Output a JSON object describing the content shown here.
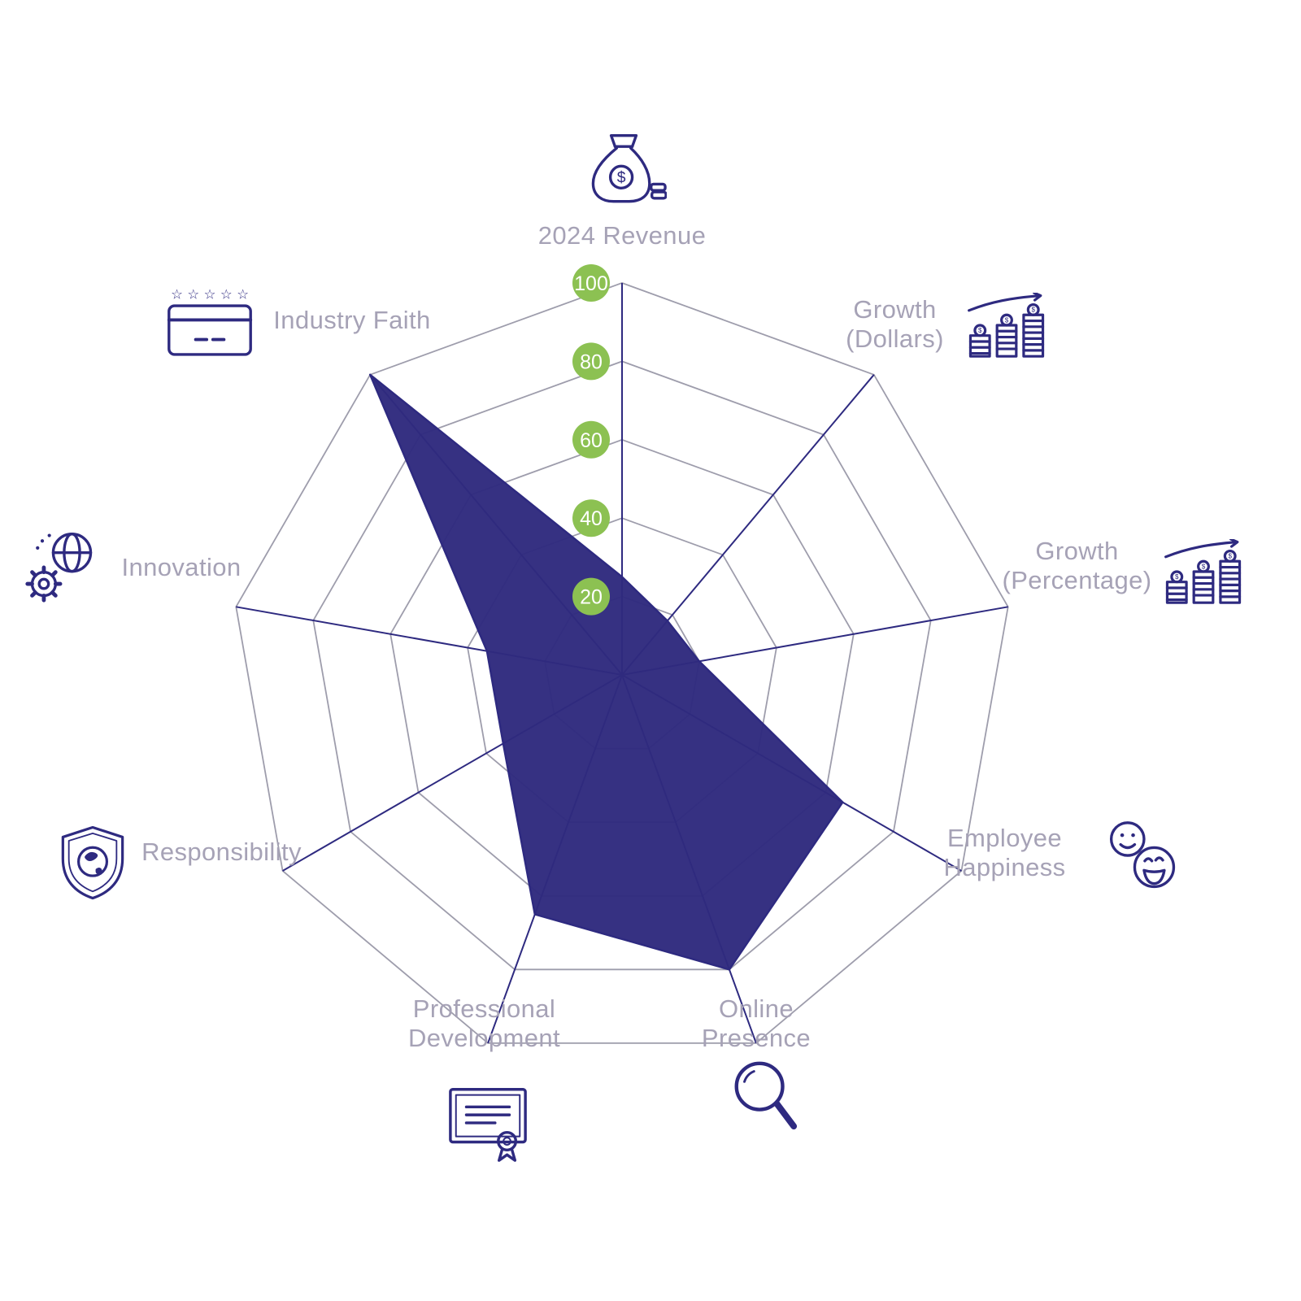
{
  "colors": {
    "navy": "#2e2a80",
    "fill": "#2f2a7e",
    "grid": "#9e9dac",
    "label": "#a6a2b6",
    "tick_bubble": "#8cc152",
    "tick_text": "#ffffff",
    "background": "#ffffff"
  },
  "chart_data": {
    "type": "radar",
    "max": 100,
    "ring_ticks": [
      20,
      40,
      60,
      80,
      100
    ],
    "axes": [
      {
        "label": "2024 Revenue",
        "icon": "money-bag-icon",
        "value": 25
      },
      {
        "label": "Growth (Dollars)",
        "icon": "coin-stacks-growth-icon",
        "value": 18
      },
      {
        "label": "Growth (Percentage)",
        "icon": "coin-stacks-growth-icon",
        "value": 20
      },
      {
        "label": "Employee Happiness",
        "icon": "smiley-faces-icon",
        "value": 65
      },
      {
        "label": "Online Presence",
        "icon": "magnifier-icon",
        "value": 80
      },
      {
        "label": "Professional Development",
        "icon": "certificate-icon",
        "value": 65
      },
      {
        "label": "Responsibility",
        "icon": "shield-globe-icon",
        "value": 35
      },
      {
        "label": "Innovation",
        "icon": "gear-globe-icon",
        "value": 35
      },
      {
        "label": "Industry Faith",
        "icon": "card-stars-icon",
        "value": 100
      }
    ]
  }
}
